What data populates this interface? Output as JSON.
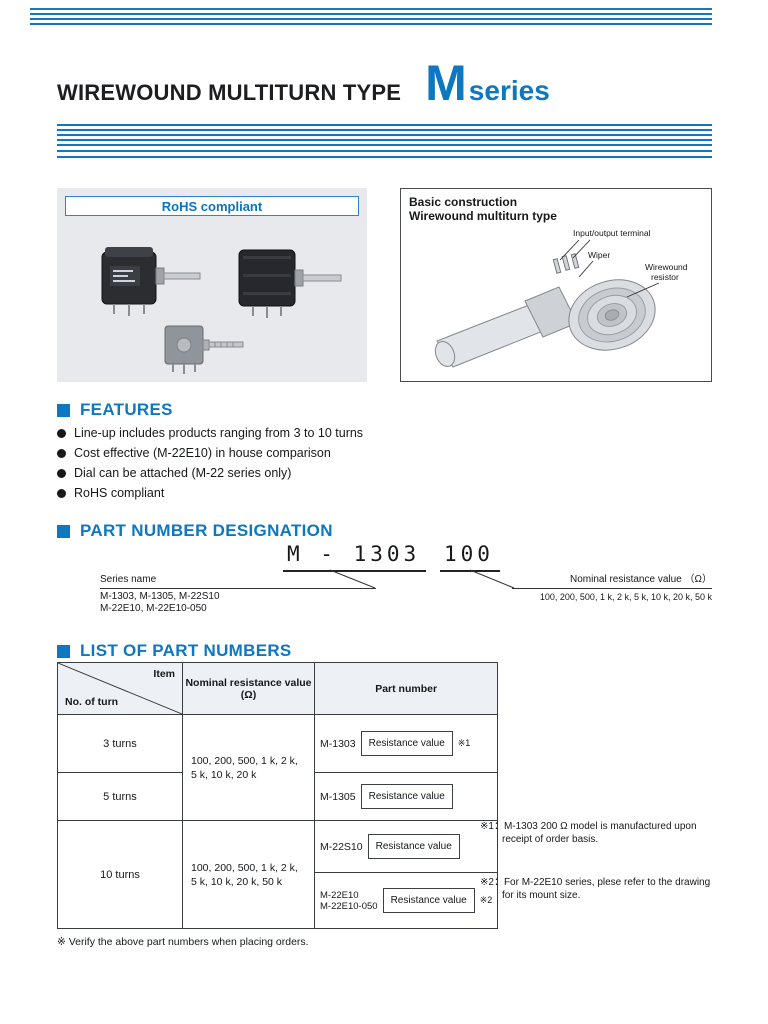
{
  "theme": {
    "accent_blue": "#0d78c0",
    "stripe_blue": "#1377bd"
  },
  "header": {
    "title": "WIREWOUND MULTITURN TYPE",
    "series_letter": "M",
    "series_word": "series"
  },
  "rohs": {
    "label": "RoHS compliant"
  },
  "construction": {
    "title1": "Basic construction",
    "title2": "Wirewound multiturn type",
    "label_terminal": "Input/output terminal",
    "label_wiper": "Wiper",
    "label_resistor1": "Wirewound",
    "label_resistor2": "resistor"
  },
  "features": {
    "heading": "FEATURES",
    "items": [
      "Line-up includes products ranging from 3 to 10 turns",
      "Cost effective (M-22E10) in house comparison",
      "Dial can be attached (M-22 series only)",
      "RoHS compliant"
    ]
  },
  "designation": {
    "heading": "PART NUMBER DESIGNATION",
    "code_left": "M - 1303",
    "code_right": "100",
    "series_label": "Series name",
    "series_line1": "M-1303, M-1305, M-22S10",
    "series_line2": "M-22E10, M-22E10-050",
    "resistance_label": "Nominal resistance value （Ω）",
    "resistance_values": "100, 200, 500, 1 k, 2 k, 5 k, 10 k, 20 k, 50 k"
  },
  "table": {
    "heading": "LIST OF PART NUMBERS",
    "header_item": "Item",
    "header_turn": "No. of turn",
    "header_resistance": "Nominal resistance value (Ω)",
    "header_part": "Part number",
    "turn_3": "3 turns",
    "turn_5": "5 turns",
    "turn_10": "10 turns",
    "resistance_3_5": "100, 200, 500, 1 k, 2 k, 5 k, 10 k, 20 k",
    "resistance_10": "100, 200, 500, 1 k, 2 k, 5 k, 10 k, 20 k, 50 k",
    "part_1303": "M-1303",
    "part_1305": "M-1305",
    "part_22s10": "M-22S10",
    "part_22e10_line1": "M-22E10",
    "part_22e10_line2": "M-22E10-050",
    "resistance_value_box": "Resistance value",
    "ref1": "※1",
    "ref2": "※2"
  },
  "notes": {
    "note1_ref": "※1：",
    "note1_text": "M-1303 200 Ω model is manufactured upon receipt of order basis.",
    "note2_ref": "※2：",
    "note2_text": "For M-22E10 series, plese refer to the drawing for its mount size.",
    "bottom": "※ Verify the above part numbers when placing orders."
  }
}
